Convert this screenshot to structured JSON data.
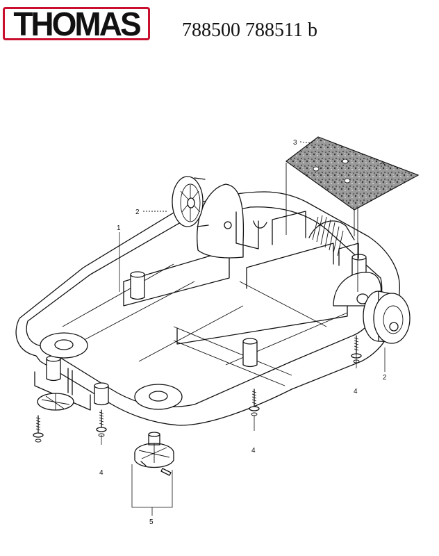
{
  "header": {
    "brand_logo": "THOMAS",
    "part_numbers": "788500 788511 b"
  },
  "callouts": {
    "housing": "1",
    "wheel_left": "2",
    "wheel_right": "2",
    "filter_pad": "3",
    "screw_right": "4",
    "screw_front": "4",
    "screw_center": "4",
    "caster": "5"
  },
  "colors": {
    "brand_red": "#c8102e",
    "line": "#111111"
  }
}
